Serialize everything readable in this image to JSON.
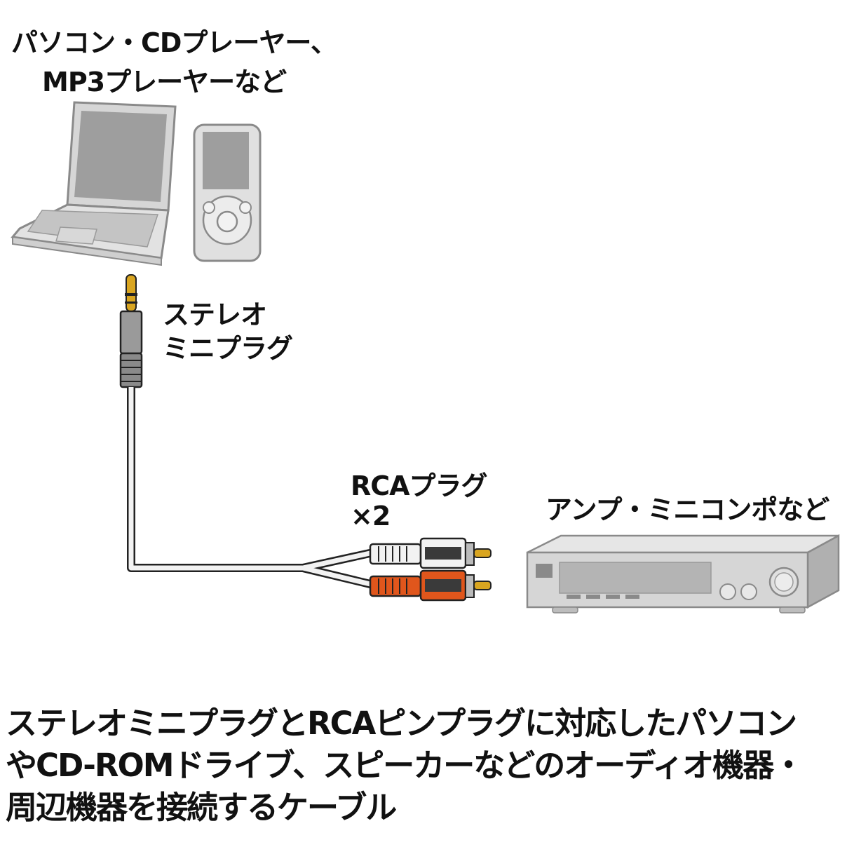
{
  "labels": {
    "source_line1": "パソコン・CDプレーヤー、",
    "source_line2": "MP3プレーヤーなど",
    "mini_plug_line1": "ステレオ",
    "mini_plug_line2": "ミニプラグ",
    "rca_line1": "RCAプラグ",
    "rca_line2": "×2",
    "amp": "アンプ・ミニコンポなど"
  },
  "caption": {
    "line1": "ステレオミニプラグとRCAピンプラグに対応したパソコン",
    "line2": "やCD-ROMドライブ、スピーカーなどのオーディオ機器・",
    "line3": "周辺機器を接続するケーブル"
  },
  "colors": {
    "device_gray": "#d9d9d9",
    "plug_gold": "#d9a520",
    "rca_red": "#e0561c",
    "rca_white": "#f2f2f2"
  }
}
